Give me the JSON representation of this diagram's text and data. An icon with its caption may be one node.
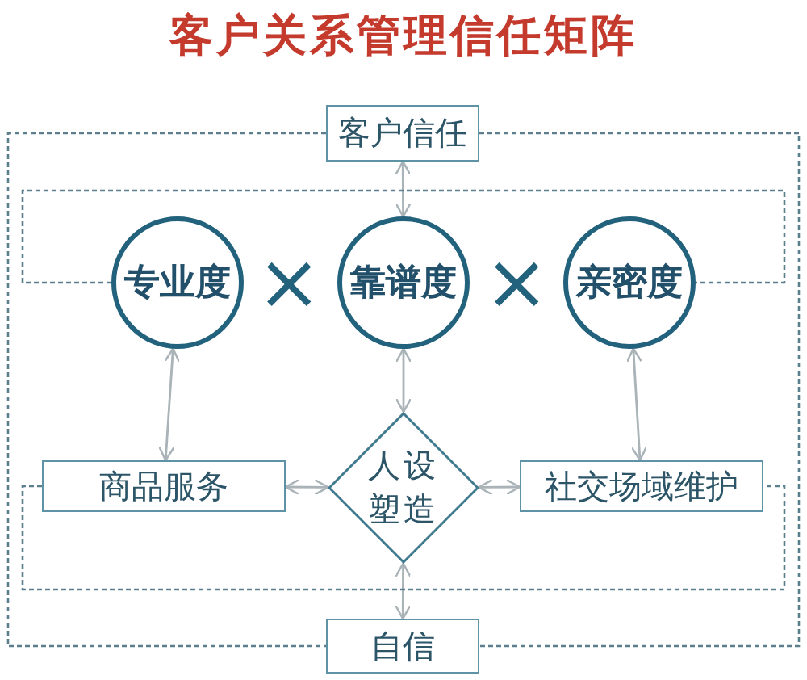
{
  "diagram": {
    "title": "客户关系管理信任矩阵",
    "nodes": [
      {
        "text": [
          "客户信任"
        ]
      },
      {
        "text": [
          "专业度"
        ]
      },
      {
        "text": [
          "靠谱度"
        ]
      },
      {
        "text": [
          "亲密度"
        ]
      },
      {
        "text": [
          "商品服务"
        ]
      },
      {
        "text": [
          "人设塑造"
        ]
      },
      {
        "text": [
          "社交场域维护"
        ]
      },
      {
        "text": [
          "自信"
        ]
      }
    ],
    "edges": [
      {
        "from": 0,
        "to": 2,
        "arrow": "both"
      },
      {
        "from": 1,
        "to": 4,
        "arrow": "both"
      },
      {
        "from": 2,
        "to": 5,
        "arrow": "both"
      },
      {
        "from": 3,
        "to": 6,
        "arrow": "both"
      },
      {
        "from": 4,
        "to": 5,
        "arrow": "both"
      },
      {
        "from": 5,
        "to": 6,
        "arrow": "both"
      },
      {
        "from": 5,
        "to": 7,
        "arrow": "both"
      },
      {
        "from": 0,
        "to": 7,
        "arrow": "none",
        "style": "dashed",
        "color": "#5b7f8c"
      },
      {
        "from": 0,
        "to": 7,
        "arrow": "none",
        "style": "dashed",
        "color": "#5b7f8c"
      },
      {
        "from": 1,
        "to": 3,
        "arrow": "none",
        "style": "dashed",
        "color": "#5b7f8c"
      },
      {
        "from": 4,
        "to": 6,
        "arrow": "none",
        "style": "dashed",
        "color": "#5b7f8c"
      }
    ],
    "labels": [
      "×",
      "×"
    ]
  }
}
